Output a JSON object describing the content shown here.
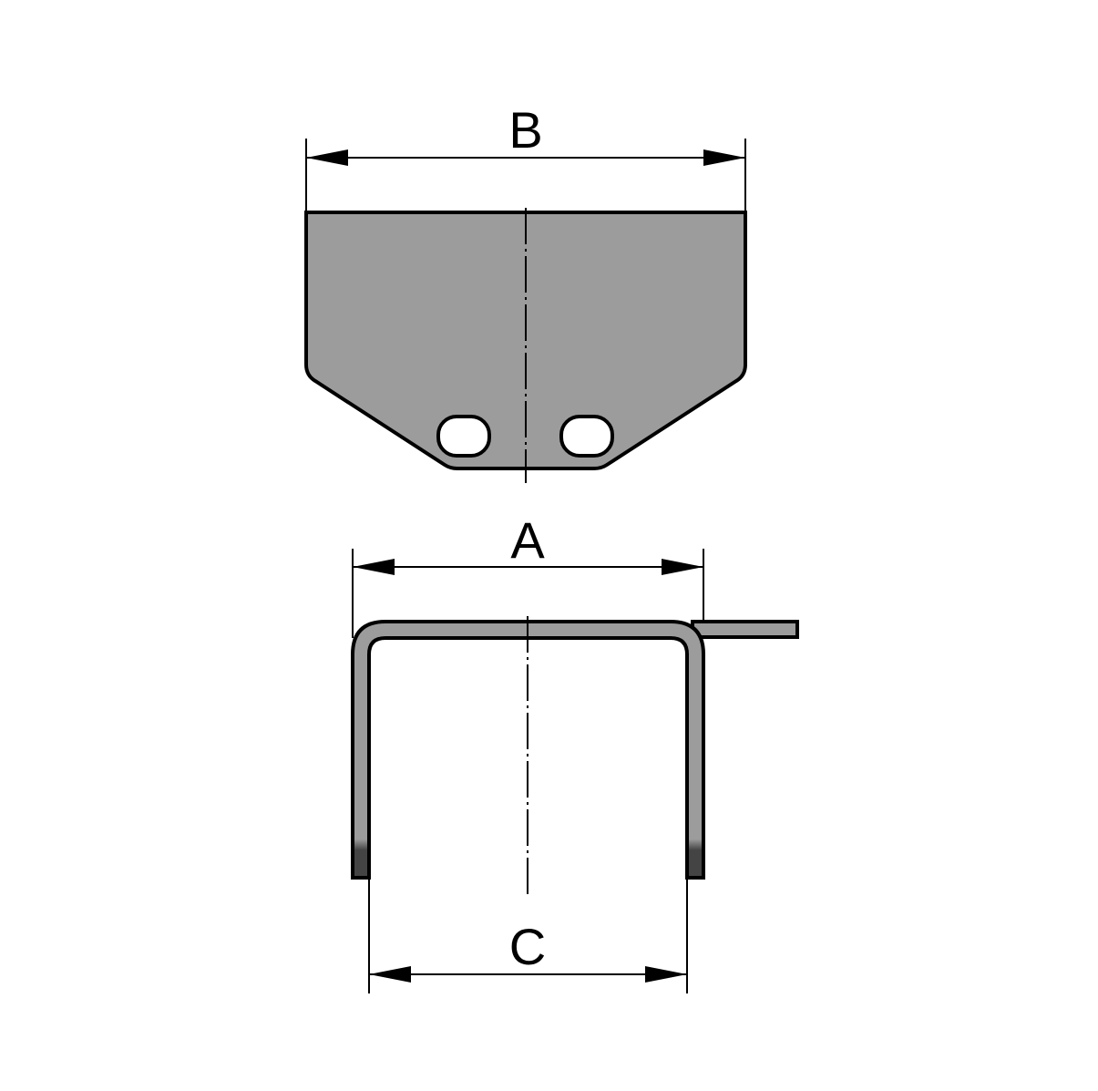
{
  "title": "Sheet metal U-bracket technical drawing",
  "dimensions": {
    "B": "B",
    "A": "A",
    "C": "C"
  },
  "views": {
    "top": "top-view-plate",
    "front": "front-view-u-profile"
  },
  "colors": {
    "fill": "#9c9c9c",
    "fill_dark": "#444444",
    "outline": "#000000",
    "background": "#ffffff"
  }
}
